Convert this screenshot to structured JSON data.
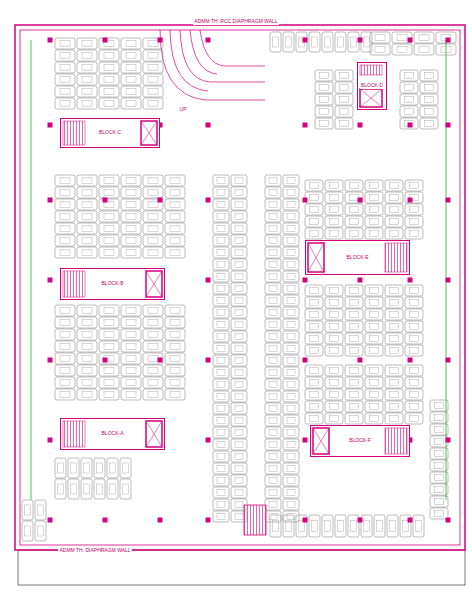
{
  "diagram": {
    "nodes": [
      {
        "text": [
          "BLOCK-C"
        ]
      },
      {
        "text": [
          "BLOCK-D"
        ]
      },
      {
        "text": [
          "BLOCK-B"
        ]
      },
      {
        "text": [
          "BLOCK-E"
        ]
      },
      {
        "text": [
          "BLOCK-A"
        ]
      },
      {
        "text": [
          "BLOCK-F"
        ]
      }
    ],
    "edges": [],
    "labels": [
      "ADMM TH. RCC DIAPHRAGM WALL",
      "UP",
      "ADMM TH. DIAPHRAGM WALL"
    ]
  }
}
